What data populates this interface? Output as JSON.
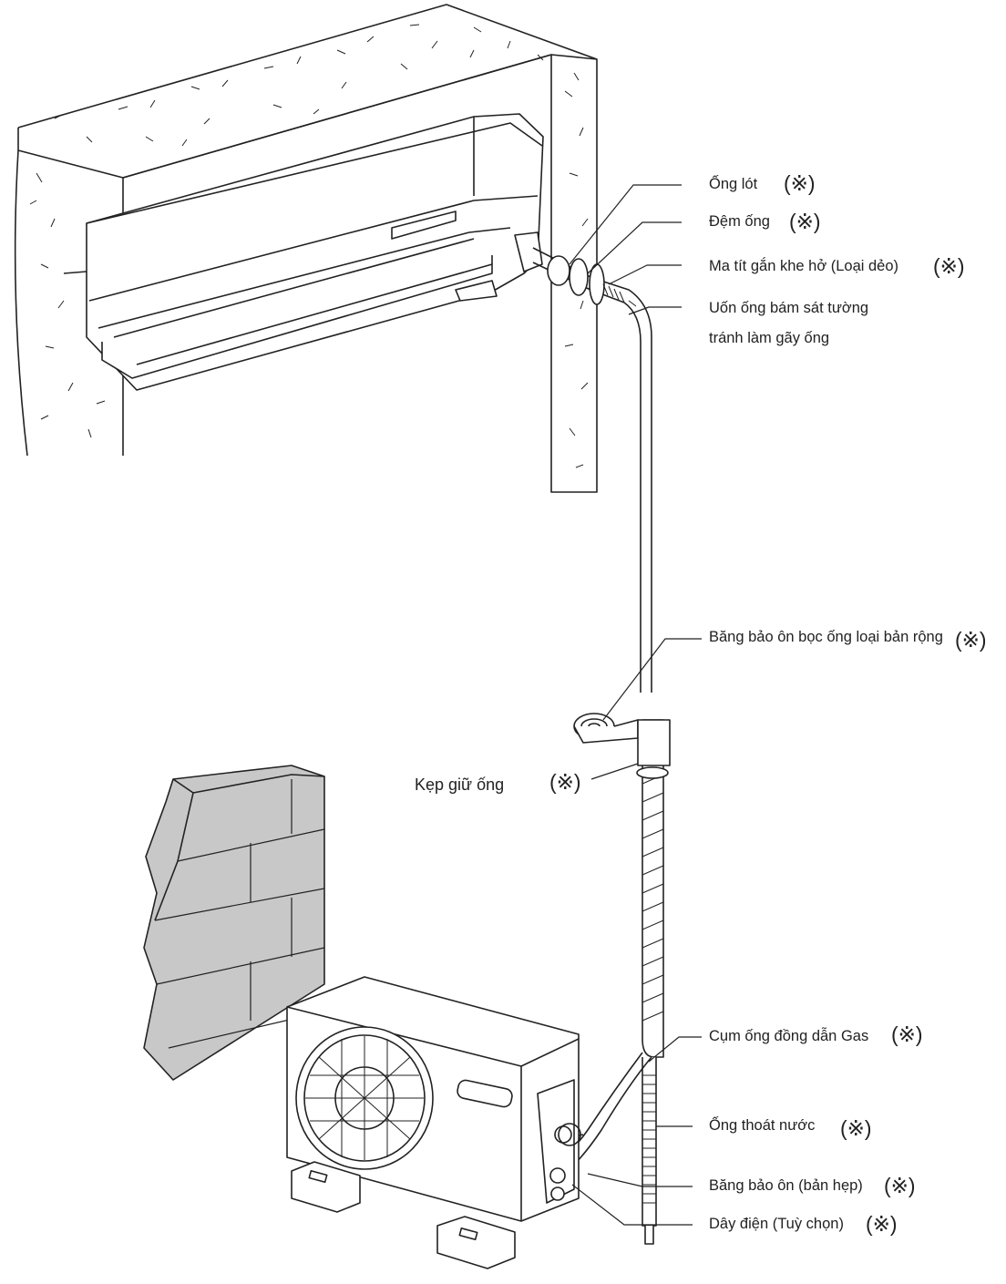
{
  "labels": {
    "sleeve": "Ống lót",
    "pipe_pad": "Đệm ống",
    "putty": "Ma tít gắn khe hở (Loại dẻo)",
    "bend_note_1": "Uốn ống bám sát tường",
    "bend_note_2": "tránh làm gãy ống",
    "wide_tape": "Băng bảo ôn bọc ống loại bản rộng",
    "clamp": "Kẹp giữ ống",
    "copper_pipe": "Cụm ống đồng dẫn Gas",
    "drain_hose": "Ống thoát nước",
    "narrow_tape": "Băng bảo ôn (bản hẹp)",
    "cable": "Dây điện (Tuỳ chọn)"
  },
  "optional_mark": "(※)"
}
